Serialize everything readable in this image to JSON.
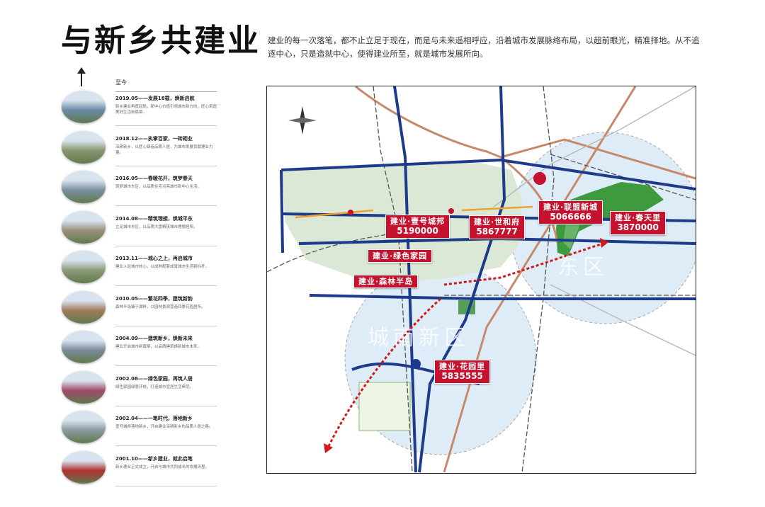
{
  "page": {
    "title": "与新乡共建业",
    "intro": "建业的每一次落笔，都不止立足于现在，而是与未来遥相呼应，沿着城市发展脉络布局，以超前眼光，精准择地。从不追逐中心，只是造就中心，使得建业所至，就是城市发展所向。"
  },
  "timeline": {
    "present_label": "至今",
    "items": [
      {
        "date": "2019.05——发展18载，焕新启航",
        "desc": "新乡建业再度起航，新中心价值引领城市新方向，匠心筑造美好生活新篇章。",
        "color": "#6a8aa8"
      },
      {
        "date": "2018.12——执掌百家，一砖砌业",
        "desc": "深耕新乡，以匠心铸造品质人居，为城市发展贡献建业力量。",
        "color": "#8a9470"
      },
      {
        "date": "2016.05——春暖花开，筑梦春天",
        "desc": "筑梦城市东区，以品质住宅点亮城市新中心生活。",
        "color": "#7a8f9e"
      },
      {
        "date": "2014.08——精筑理想，焕城平东",
        "desc": "立足城市东区，以品质大盘精筑城市理想居所。",
        "color": "#9a8f78"
      },
      {
        "date": "2013.11——城心之上，再启城市",
        "desc": "建业入驻城市核心，以成熟配套成就城市生活新标杆。",
        "color": "#8c9a7a"
      },
      {
        "date": "2010.05——繁花四季，建筑新韵",
        "desc": "森林半岛臻于湖畔，以园林景观营造四季花园居所。",
        "color": "#a07a5a"
      },
      {
        "date": "2004.09——建筑新乡，焕新未来",
        "desc": "建业开启城市新篇章，以品质建筑焕新城市未来。",
        "color": "#7a8a9a"
      },
      {
        "date": "2002.08——绿色家园，再筑人居",
        "desc": "绿色家园绿意环绕，打造城市宜居生活典范。",
        "color": "#a04a6a"
      },
      {
        "date": "2002.04——一笔时代，落地新乡",
        "desc": "壹号城邦落地新乡，开启建业深耕新乡的品质人居之路。",
        "color": "#8a9aa0"
      },
      {
        "date": "2001.10——新乡建业，就此启笔",
        "desc": "新乡建业正式成立，开启与城市共同成长的发展历程。",
        "color": "#b03030"
      }
    ]
  },
  "map": {
    "district_south": "城南新区",
    "district_east": "东区",
    "projects": [
      {
        "name": "建业·壹号城邦",
        "price": "5190000"
      },
      {
        "name": "建业·世和府",
        "price": "5867777"
      },
      {
        "name": "建业·联盟新城",
        "price": "5066666"
      },
      {
        "name": "建业·春天里",
        "price": "3870000"
      },
      {
        "name": "建业·绿色家园",
        "price": ""
      },
      {
        "name": "建业·森林半岛",
        "price": ""
      },
      {
        "name": "建业·花园里",
        "price": "5835555"
      }
    ]
  },
  "colors": {
    "accent": "#c4122f",
    "road_blue": "#1e3a8a",
    "rail": "#c68a6a",
    "zone_green": "#cfe3c9",
    "zone_blue": "#d6e8f6"
  }
}
